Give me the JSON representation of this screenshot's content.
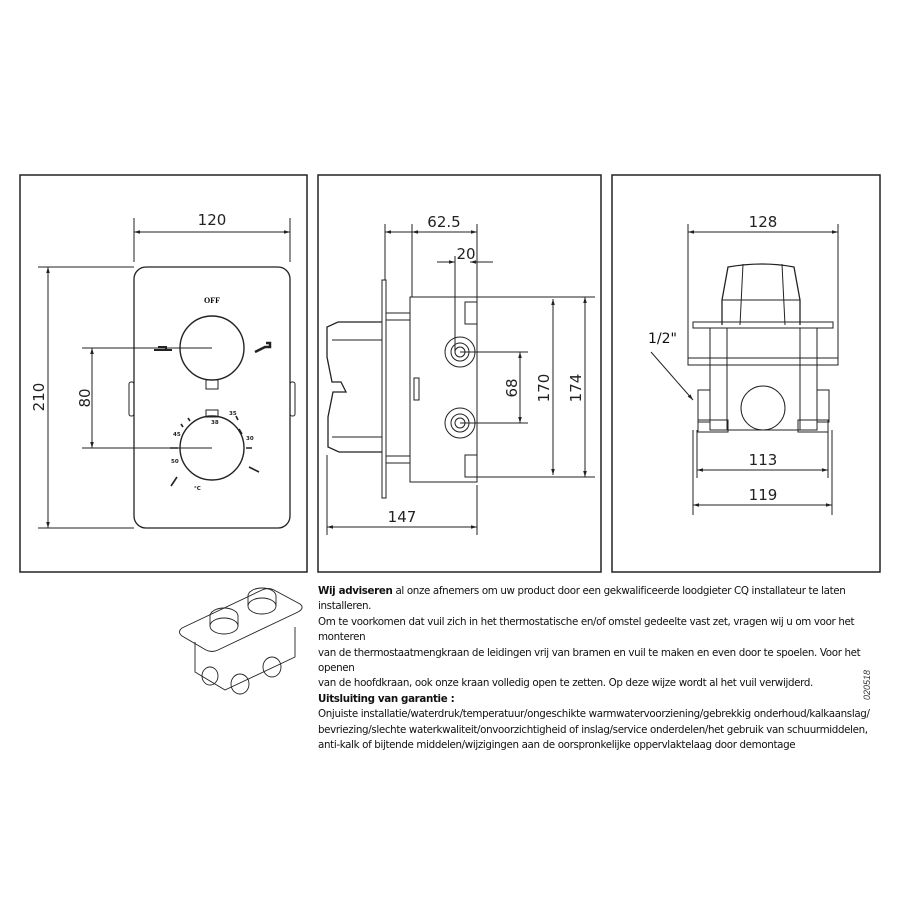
{
  "front_view": {
    "width_label": "120",
    "height_label": "210",
    "knob_spacing_label": "80",
    "off_label": "OFF",
    "scale_labels": [
      "38",
      "35",
      "30",
      "45",
      "50",
      "°C"
    ]
  },
  "side_view": {
    "depth_label": "62.5",
    "pipe_label": "20",
    "inlet_spacing_label": "68",
    "box_height_label": "170",
    "outer_height_label": "174",
    "total_depth_label": "147"
  },
  "top_view": {
    "width_label": "128",
    "thread_label": "1/2\"",
    "inner_width_label": "113",
    "outer_width_label": "119"
  },
  "notes": {
    "intro_bold": "Wij adviseren",
    "intro_rest": " al onze afnemers om uw product door een gekwalificeerde loodgieter CQ installateur te laten installeren.",
    "lines": [
      "Om te voorkomen dat vuil zich in het thermostatische en/of omstel gedeelte vast zet, vragen wij u om voor het monteren",
      "van  de thermostaatmengkraan de leidingen vrij van bramen en vuil te maken en even door te spoelen. Voor het openen",
      "van de hoofdkraan, ook onze kraan volledig open te zetten. Op deze wijze wordt al het vuil verwijderd."
    ],
    "warranty_title": "Uitsluiting van garantie :",
    "warranty_lines": [
      "Onjuiste installatie/waterdruk/temperatuur/ongeschikte warmwatervoorziening/gebrekkig onderhoud/kalkaanslag/",
      "bevriezing/slechte waterkwaliteit/onvoorzichtigheid of inslag/service onderdelen/het gebruik van schuurmiddelen,",
      "anti-kalk of bijtende middelen/wijzigingen aan de oorspronkelijke oppervlaktelaag  door demontage"
    ]
  },
  "document_code": "020518"
}
